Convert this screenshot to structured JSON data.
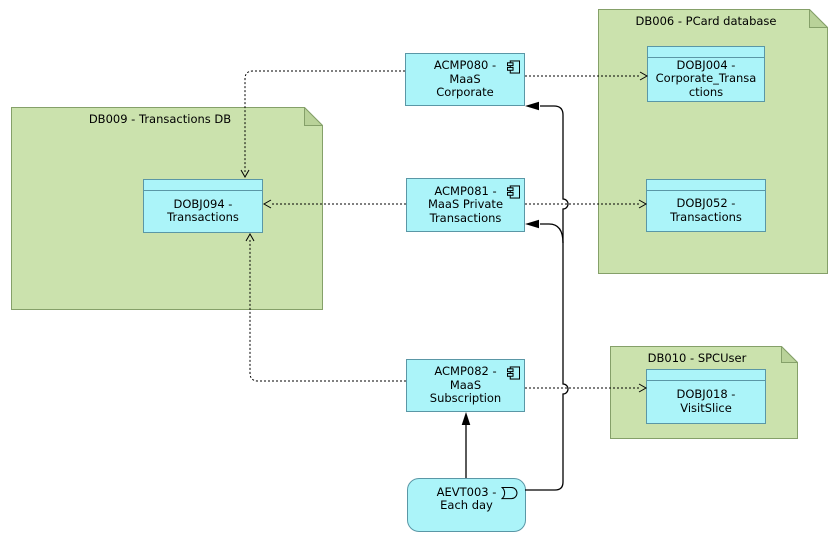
{
  "colors": {
    "group_fill": "#cbe2ad",
    "group_fold": "#b9d299",
    "group_border": "#85a069",
    "node_fill": "#abf4f9",
    "node_border": "#5a97a6",
    "line": "#000000"
  },
  "nodes": {
    "db009": {
      "title": "DB009 - Transactions DB"
    },
    "db006": {
      "title": "DB006 - PCard database"
    },
    "db010": {
      "title": "DB010 - SPCUser"
    },
    "dobj094": {
      "line1": "DOBJ094 -",
      "line2": "Transactions"
    },
    "dobj004": {
      "line1": "DOBJ004 -",
      "line2": "Corporate_Transa",
      "line3": "ctions"
    },
    "dobj052": {
      "line1": "DOBJ052 -",
      "line2": "Transactions"
    },
    "dobj018": {
      "line1": "DOBJ018 -",
      "line2": "VisitSlice"
    },
    "acmp080": {
      "line1": "ACMP080 -",
      "line2": "MaaS",
      "line3": "Corporate"
    },
    "acmp081": {
      "line1": "ACMP081 -",
      "line2": "MaaS Private",
      "line3": "Transactions"
    },
    "acmp082": {
      "line1": "ACMP082 -",
      "line2": "MaaS",
      "line3": "Subscription"
    },
    "aevt003": {
      "line1": "AEVT003 -",
      "line2": "Each day"
    }
  },
  "relationships": [
    {
      "type": "access-dotted-arrow",
      "from": "ACMP080 - MaaS Corporate",
      "to": "DOBJ094 - Transactions"
    },
    {
      "type": "access-dotted-arrow",
      "from": "ACMP081 - MaaS Private Transactions",
      "to": "DOBJ094 - Transactions"
    },
    {
      "type": "access-dotted-arrow",
      "from": "ACMP082 - MaaS Subscription",
      "to": "DOBJ094 - Transactions"
    },
    {
      "type": "access-dotted-arrow",
      "from": "ACMP080 - MaaS Corporate",
      "to": "DOBJ004 - Corporate_Transactions"
    },
    {
      "type": "access-dotted-arrow",
      "from": "ACMP081 - MaaS Private Transactions",
      "to": "DOBJ052 - Transactions"
    },
    {
      "type": "access-dotted-arrow",
      "from": "ACMP082 - MaaS Subscription",
      "to": "DOBJ018 - VisitSlice"
    },
    {
      "type": "trigger-solid-arrow",
      "from": "AEVT003 - Each day",
      "to": "ACMP082 - MaaS Subscription"
    },
    {
      "type": "trigger-solid-arrow",
      "from": "AEVT003 - Each day",
      "to": "ACMP081 - MaaS Private Transactions"
    },
    {
      "type": "trigger-solid-arrow",
      "from": "AEVT003 - Each day",
      "to": "ACMP080 - MaaS Corporate"
    }
  ]
}
